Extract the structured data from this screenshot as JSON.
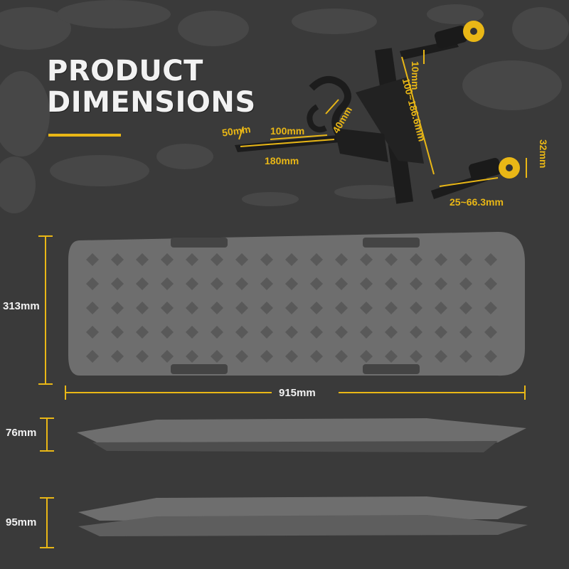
{
  "title": {
    "line1": "PRODUCT",
    "line2": "DIMENSIONS"
  },
  "colors": {
    "accent": "#e9b716",
    "background": "#3a3a3a",
    "board": "#6e6e6e",
    "board_dark": "#555555",
    "bracket": "#1c1c1c"
  },
  "bracket_dimensions": {
    "d_10": "10mm",
    "d_40": "40mm",
    "d_50": "50mm",
    "d_100": "100mm",
    "d_180": "180mm",
    "d_range": "100~186.6mm",
    "d_32": "32mm",
    "d_knob": "25~66.3mm"
  },
  "board_dimensions": {
    "width": "313mm",
    "length": "915mm",
    "thickness_single": "76mm",
    "thickness_stacked": "95mm"
  }
}
